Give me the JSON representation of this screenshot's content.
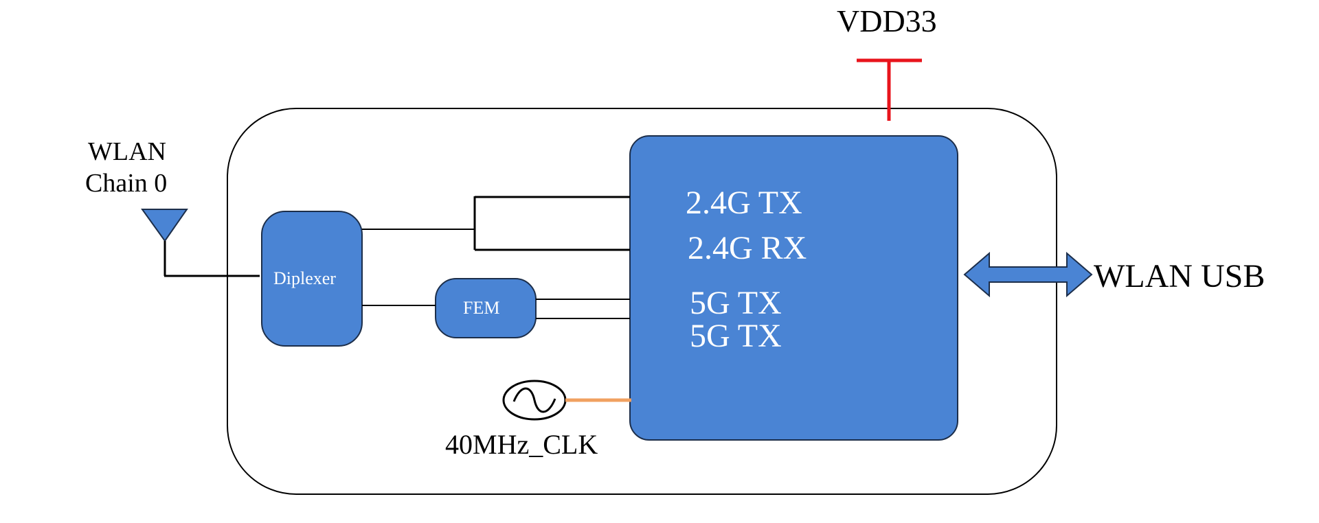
{
  "power": {
    "label": "VDD33",
    "color": "#e8141c"
  },
  "antenna": {
    "line1": "WLAN",
    "line2": "Chain 0",
    "icon": "antenna-icon"
  },
  "blocks": {
    "diplexer": "Diplexer",
    "fem": "FEM"
  },
  "chip": {
    "ports": [
      "2.4G TX",
      "2.4G RX",
      "5G TX",
      "5G TX"
    ]
  },
  "clock": {
    "label": "40MHz_CLK",
    "icon": "oscillator-icon",
    "line_color": "#f0a060"
  },
  "interface": {
    "label": "WLAN USB",
    "icon": "bidirectional-arrow-icon"
  },
  "colors": {
    "block_fill": "#4a84d4",
    "block_stroke": "#1c2e4a",
    "arrow_fill": "#4a84d4"
  }
}
